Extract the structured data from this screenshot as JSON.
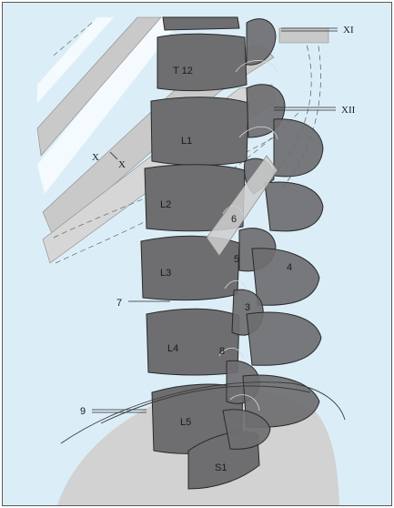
{
  "figure": {
    "labels": {
      "t12": "T 12",
      "l1": "L1",
      "l2": "L2",
      "l3": "L3",
      "l4": "L4",
      "l5": "L5",
      "s1": "S1",
      "xi": "XI",
      "xii": "XII",
      "x1": "X",
      "x2": "X",
      "n3": "3",
      "n4": "4",
      "n5": "5",
      "n6": "6",
      "n7": "7",
      "n8": "8",
      "n9": "9"
    },
    "colors": {
      "background": "#dbeef8",
      "vertebra": "#6e6e70",
      "rib": "#c9c9c9",
      "pelvis": "#d2d2d2",
      "outline": "#2a2a2a"
    }
  }
}
